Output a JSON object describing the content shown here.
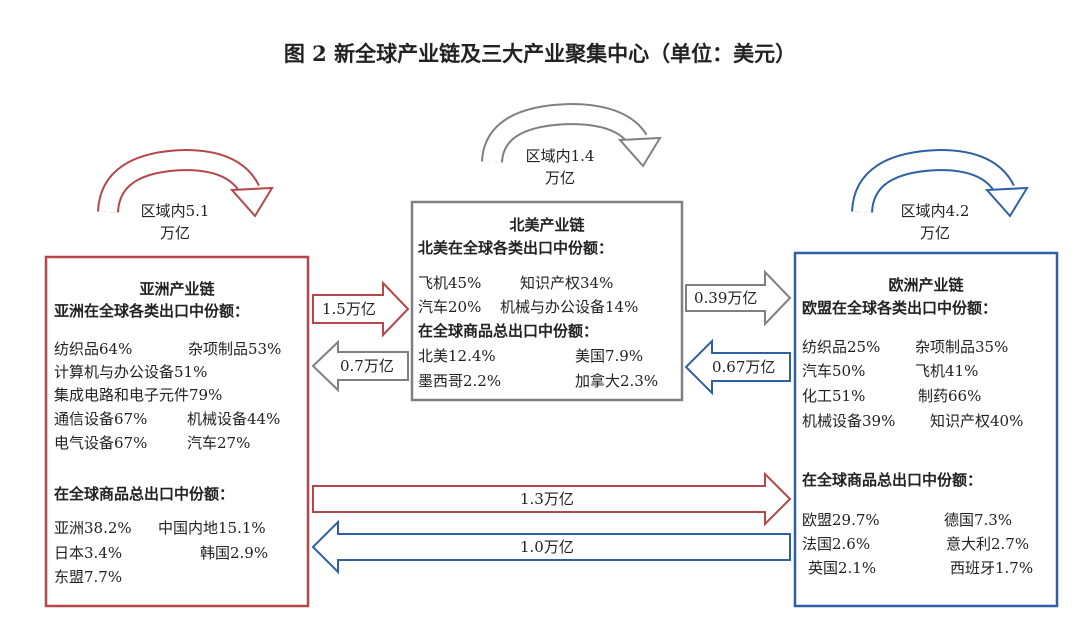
{
  "title": "图 2  新全球产业链及三大产业聚集中心（单位：美元）",
  "colors": {
    "asia": "#b5474b",
    "europe": "#2f5fa5",
    "north_america": "#808080"
  },
  "intra": {
    "asia": {
      "line1": "区域内5.1",
      "line2": "万亿"
    },
    "north_america": {
      "line1": "区域内1.4",
      "line2": "万亿"
    },
    "europe": {
      "line1": "区域内4.2",
      "line2": "万亿"
    }
  },
  "flows": {
    "asia_to_na": "1.5万亿",
    "na_to_asia": "0.7万亿",
    "na_to_eu": "0.39万亿",
    "eu_to_na": "0.67万亿",
    "asia_to_eu": "1.3万亿",
    "eu_to_asia": "1.0万亿"
  },
  "asia": {
    "name": "亚洲产业链",
    "sector_heading": "亚洲在全球各类出口中份额：",
    "sectors": [
      "纺织品64%",
      "杂项制品53%",
      "计算机与办公设备51%",
      "集成电路和电子元件79%",
      "通信设备67%",
      "机械设备44%",
      "电气设备67%",
      "汽车27%"
    ],
    "total_heading": "在全球商品总出口中份额：",
    "totals": [
      "亚洲38.2%",
      "中国内地15.1%",
      "日本3.4%",
      "韩国2.9%",
      "东盟7.7%"
    ]
  },
  "north_america": {
    "name": "北美产业链",
    "sector_heading": "北美在全球各类出口中份额：",
    "sectors": [
      "飞机45%",
      "知识产权34%",
      "汽车20%",
      "机械与办公设备14%"
    ],
    "total_heading": "在全球商品总出口中份额：",
    "totals": [
      "北美12.4%",
      "美国7.9%",
      "墨西哥2.2%",
      "加拿大2.3%"
    ]
  },
  "europe": {
    "name": "欧洲产业链",
    "sector_heading": "欧盟在全球各类出口中份额：",
    "sectors": [
      "纺织品25%",
      "杂项制品35%",
      "汽车50%",
      "飞机41%",
      "化工51%",
      "制药66%",
      "机械设备39%",
      "知识产权40%"
    ],
    "total_heading": "在全球商品总出口中份额：",
    "totals": [
      "欧盟29.7%",
      "德国7.3%",
      "法国2.6%",
      "意大利2.7%",
      "英国2.1%",
      "西班牙1.7%"
    ]
  }
}
